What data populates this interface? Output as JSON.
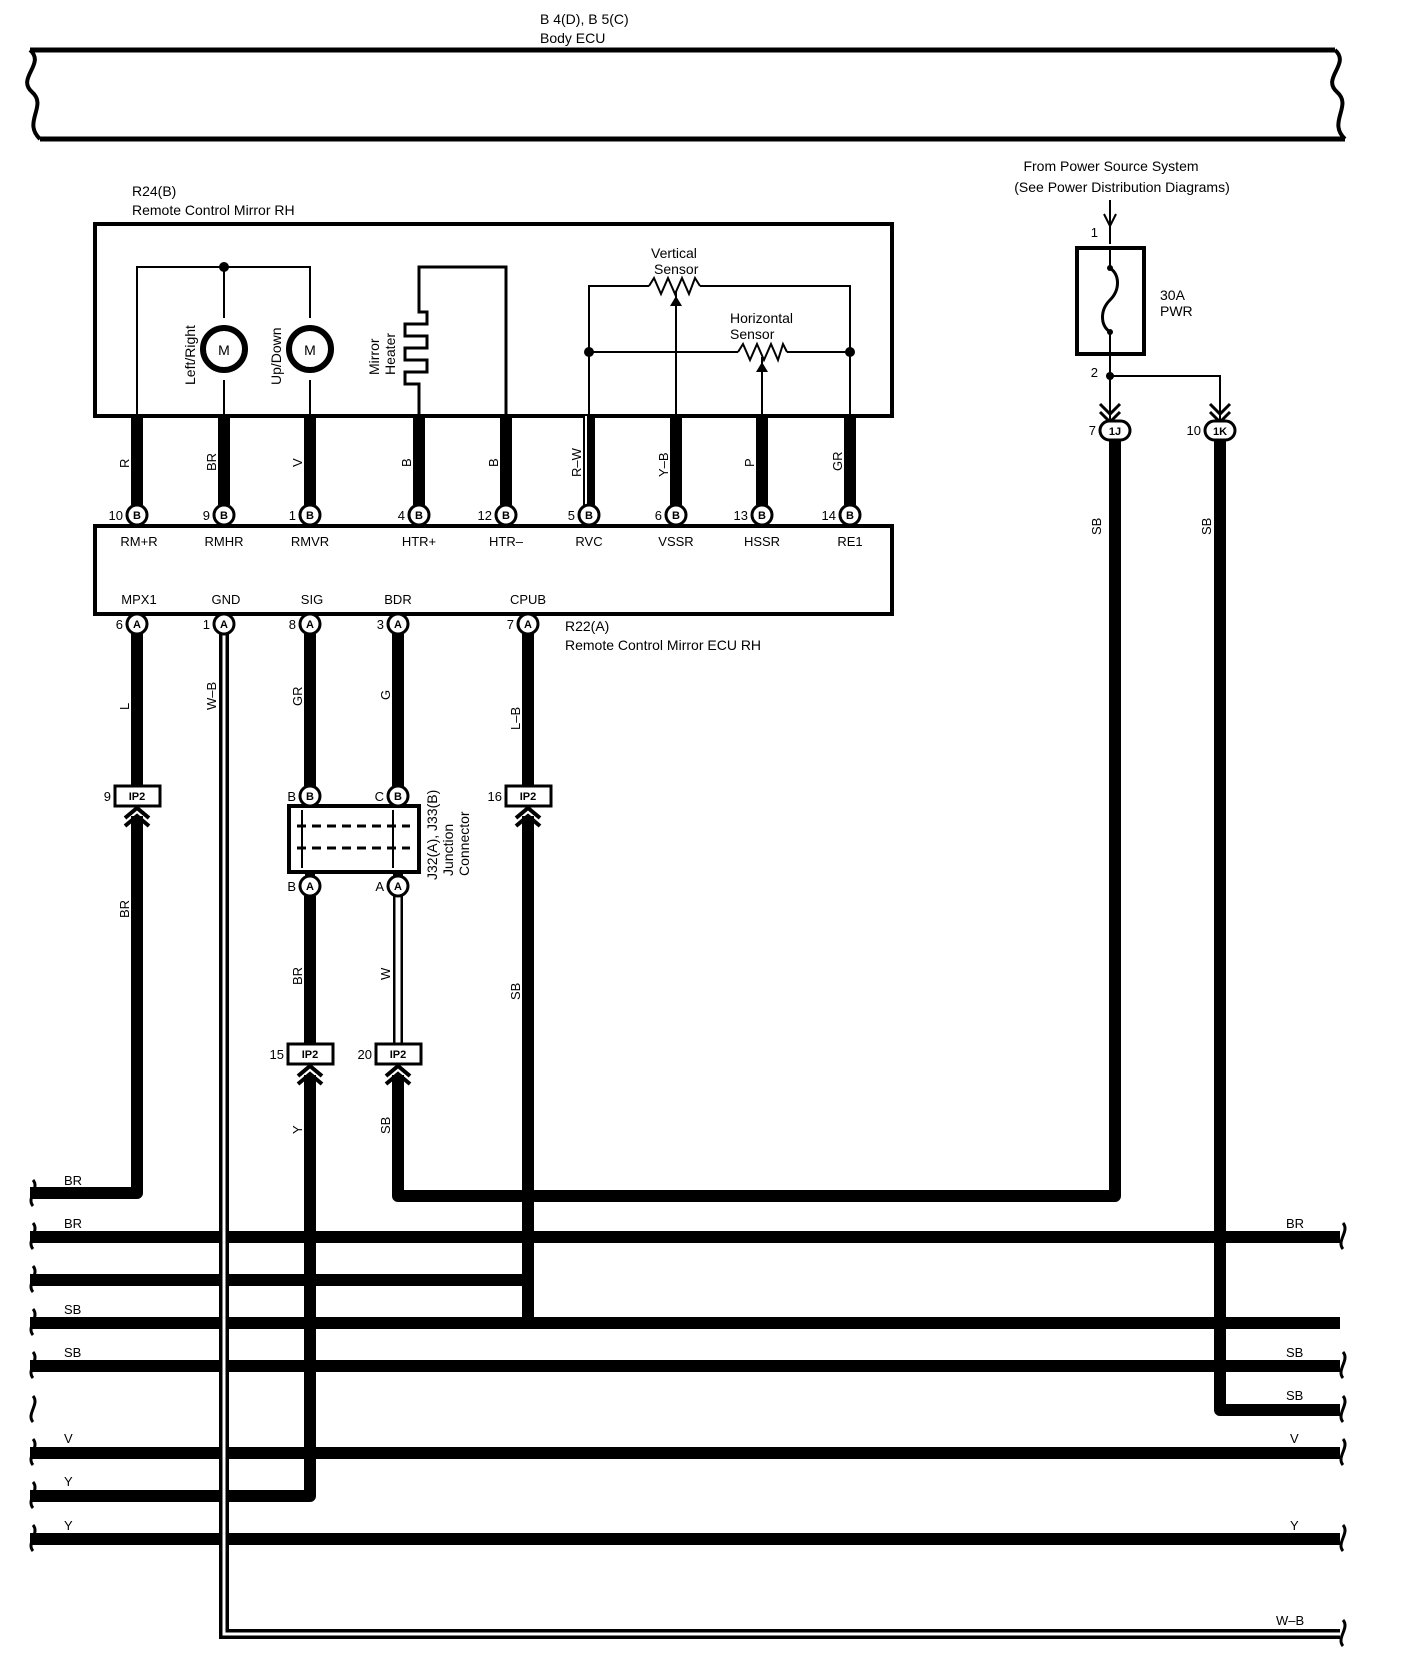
{
  "body_ecu": {
    "ref": "B 4(D), B 5(C)",
    "name": "Body ECU"
  },
  "mirror": {
    "ref": "R24(B)",
    "name": "Remote Control Mirror RH",
    "motor_lr": "Left/Right",
    "motor_ud": "Up/Down",
    "motor_symbol": "M",
    "heater": [
      "Mirror",
      "Heater"
    ],
    "vertical_sensor": [
      "Vertical",
      "Sensor"
    ],
    "horizontal_sensor": [
      "Horizontal",
      "Sensor"
    ]
  },
  "power": {
    "from": "From Power Source System",
    "see": "(See Power Distribution Diagrams)",
    "fuse": [
      "30A",
      "PWR"
    ],
    "pin_in": "1",
    "pin_out": "2",
    "connectors": [
      {
        "pin": "7",
        "code": "1J",
        "wire": "SB"
      },
      {
        "pin": "10",
        "code": "1K",
        "wire": "SB"
      }
    ]
  },
  "ecu": {
    "ref": "R22(A)",
    "name": "Remote Control Mirror ECU RH",
    "top_pins": [
      {
        "pin": "10",
        "conn": "B",
        "name": "RM+R",
        "wire": "R"
      },
      {
        "pin": "9",
        "conn": "B",
        "name": "RMHR",
        "wire": "BR"
      },
      {
        "pin": "1",
        "conn": "B",
        "name": "RMVR",
        "wire": "V"
      },
      {
        "pin": "4",
        "conn": "B",
        "name": "HTR+",
        "wire": "B"
      },
      {
        "pin": "12",
        "conn": "B",
        "name": "HTR–",
        "wire": "B"
      },
      {
        "pin": "5",
        "conn": "B",
        "name": "RVC",
        "wire": "R–W"
      },
      {
        "pin": "6",
        "conn": "B",
        "name": "VSSR",
        "wire": "Y–B"
      },
      {
        "pin": "13",
        "conn": "B",
        "name": "HSSR",
        "wire": "P"
      },
      {
        "pin": "14",
        "conn": "B",
        "name": "RE1",
        "wire": "GR"
      }
    ],
    "bottom_pins": [
      {
        "pin": "6",
        "conn": "A",
        "name": "MPX1",
        "wire": "L"
      },
      {
        "pin": "1",
        "conn": "A",
        "name": "GND",
        "wire": "W–B"
      },
      {
        "pin": "8",
        "conn": "A",
        "name": "SIG",
        "wire": "GR"
      },
      {
        "pin": "3",
        "conn": "A",
        "name": "BDR",
        "wire": "G"
      },
      {
        "pin": "7",
        "conn": "A",
        "name": "CPUB",
        "wire": "L–B"
      }
    ]
  },
  "junction": {
    "ref": [
      "J32(A), J33(B)",
      "Junction",
      "Connector"
    ],
    "top": [
      {
        "pin": "B",
        "conn": "B"
      },
      {
        "pin": "C",
        "conn": "B"
      }
    ],
    "bottom": [
      {
        "pin": "B",
        "conn": "A"
      },
      {
        "pin": "A",
        "conn": "A"
      }
    ]
  },
  "ip2": [
    {
      "pin": "9",
      "code": "IP2",
      "wire_below": "BR"
    },
    {
      "pin": "16",
      "code": "IP2",
      "wire_below": "SB"
    },
    {
      "pin": "15",
      "code": "IP2",
      "wire_above": "BR",
      "wire_below": "Y"
    },
    {
      "pin": "20",
      "code": "IP2",
      "wire_above": "W",
      "wire_below": "SB"
    }
  ],
  "bus": [
    {
      "left": "BR",
      "right": ""
    },
    {
      "left": "BR",
      "right": "BR"
    },
    {
      "left": "SB",
      "right": ""
    },
    {
      "left": "SB",
      "right": "SB"
    },
    {
      "left": "",
      "right": "SB"
    },
    {
      "left": "V",
      "right": "V"
    },
    {
      "left": "Y",
      "right": ""
    },
    {
      "left": "Y",
      "right": "Y"
    },
    {
      "left": "",
      "right": "W–B"
    }
  ]
}
